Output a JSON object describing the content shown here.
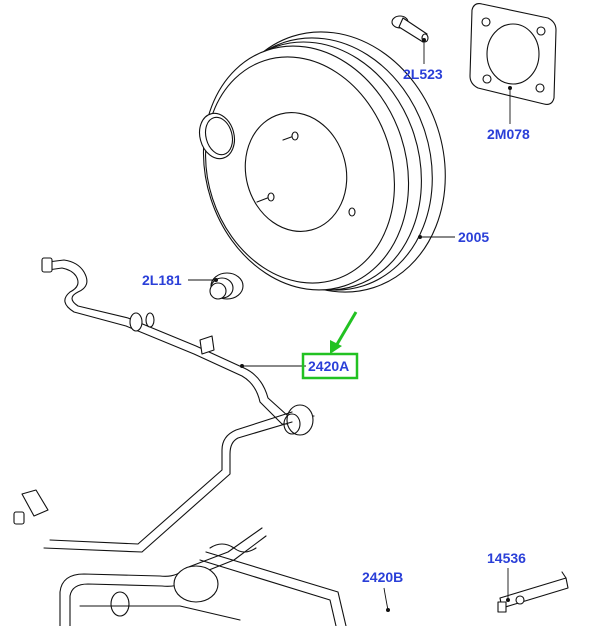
{
  "colors": {
    "label": "#2a3fd8",
    "highlight": "#22c222",
    "line": "#111111"
  },
  "selected_part": "2420A",
  "labels": {
    "l_2L523": "2L523",
    "l_2M078": "2M078",
    "l_2005": "2005",
    "l_2L181": "2L181",
    "l_2420A": "2420A",
    "l_2420B": "2420B",
    "l_14536": "14536"
  }
}
